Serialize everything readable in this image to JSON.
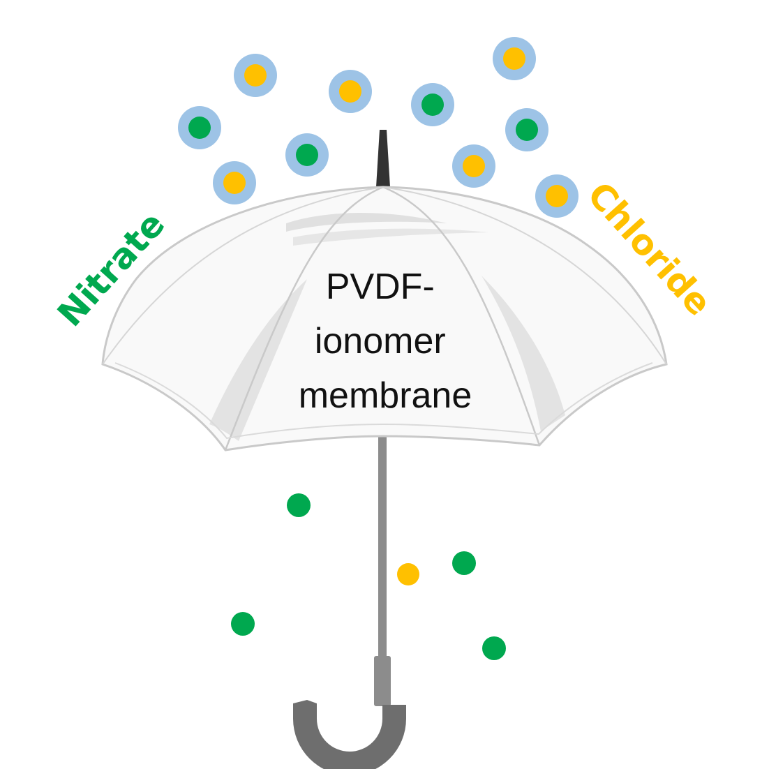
{
  "labels": {
    "membrane_line1": "PVDF-",
    "membrane_line2": "ionomer",
    "membrane_line3": "membrane",
    "left_ion": "Nitrate",
    "right_ion": "Chloride"
  },
  "colors": {
    "nitrate": "#00A84F",
    "chloride": "#FFC000",
    "hydration_shell": "#9DC3E6",
    "canopy_fill": "#F9F9F9",
    "canopy_line": "#C9C9C9",
    "shaft": "#8C8C8C",
    "handle": "#6E6E6E",
    "tip": "#333333"
  },
  "icons": {
    "umbrella": "umbrella-icon",
    "hydrated_ion": "hydrated-ion-icon",
    "bare_ion": "bare-ion-icon"
  }
}
